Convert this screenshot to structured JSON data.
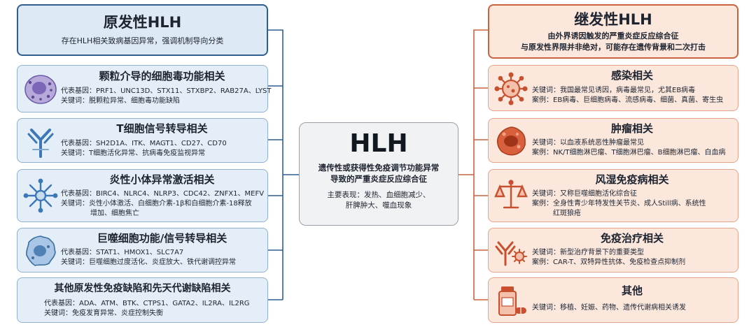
{
  "left_header": {
    "title": "原发性HLH",
    "subtitle": "存在HLH相关致病基因异常，强调机制导向分类"
  },
  "left_groups": [
    {
      "title": "颗粒介导的细胞毒功能相关",
      "icon": "cytotoxic-cell-icon",
      "lines": [
        "代表基因：PRF1、UNC13D、STX11、STXBP2、RAB27A、LYST",
        "关键词：脱颗粒异常、细胞毒功能缺陷"
      ]
    },
    {
      "title": "T细胞信号转导相关",
      "icon": "antibody-receptor-icon",
      "lines": [
        "代表基因：SH2D1A、ITK、MAGT1、CD27、CD70",
        "关键词：T细胞活化异常、抗病毒免疫监视异常"
      ]
    },
    {
      "title": "炎性小体异常激活相关",
      "icon": "inflammasome-icon",
      "lines": [
        "代表基因：BIRC4、NLRC4、NLRP3、CDC42、ZNFX1、MEFV",
        "关键词：炎性小体激活、白细胞介素-1β和白细胞介素-18释放",
        "增加、细胞焦亡"
      ]
    },
    {
      "title": "巨噬细胞功能/信号转导相关",
      "icon": "macrophage-icon",
      "lines": [
        "代表基因：STAT1、HMOX1、SLC7A7",
        "关键词：巨噬细胞过度活化、炎症放大、铁代谢调控异常"
      ]
    },
    {
      "title": "其他原发性免疫缺陷和先天代谢缺陷相关",
      "icon": "",
      "lines": [
        "代表基因：ADA、ATM、BTK、CTPS1、GATA2、IL2RA、IL2RG",
        "关键词：免疫发育异常、炎症控制失衡"
      ]
    }
  ],
  "center": {
    "title": "HLH",
    "desc": [
      "遗传性或获得性免疫调节功能异常",
      "导致的严重炎症反应综合征"
    ],
    "manifest": [
      "主要表现：发热、血细胞减少、",
      "肝脾肿大、噬血现象"
    ]
  },
  "right_header": {
    "title": "继发性HLH",
    "subtitle": [
      "由外界诱因触发的严重炎症反应综合征",
      "与原发性界限并非绝对，可能存在遗传背景和二次打击"
    ]
  },
  "right_groups": [
    {
      "title": "感染相关",
      "icon": "virus-icon",
      "lines": [
        "关键词：我国最常见诱因，病毒最常见，尤其EB病毒",
        "案例：EB病毒、巨细胞病毒、流感病毒、细菌、真菌、寄生虫"
      ]
    },
    {
      "title": "肿瘤相关",
      "icon": "tumor-icon",
      "lines": [
        "关键词：以血液系统恶性肿瘤最常见",
        "案例：NK/T细胞淋巴瘤、T细胞淋巴瘤、B细胞淋巴瘤、白血病"
      ]
    },
    {
      "title": "风湿免疫病相关",
      "icon": "balance-scale-icon",
      "lines": [
        "关键词：又称巨噬细胞活化综合征",
        "案例：全身性青少年特发性关节炎、成人Still病、系统性",
        "红斑狼疮"
      ]
    },
    {
      "title": "免疫治疗相关",
      "icon": "antibody-icon",
      "lines": [
        "关键词：新型治疗背景下的重要类型",
        "案例：CAR-T、双特异性抗体、免疫检查点抑制剂"
      ]
    },
    {
      "title": "其他",
      "icon": "medicine-bottle-icon",
      "lines": [
        "关键词：移植、妊娠、药物、遗传代谢病相关诱发"
      ]
    }
  ],
  "colors": {
    "left_fill": "#e4eef8",
    "left_border": "#8fb0d0",
    "right_fill": "#fbe7dc",
    "right_border": "#e5a688",
    "left_line": "#2f5f8f",
    "right_line": "#c9633d",
    "right_icon": "#c9502f"
  }
}
